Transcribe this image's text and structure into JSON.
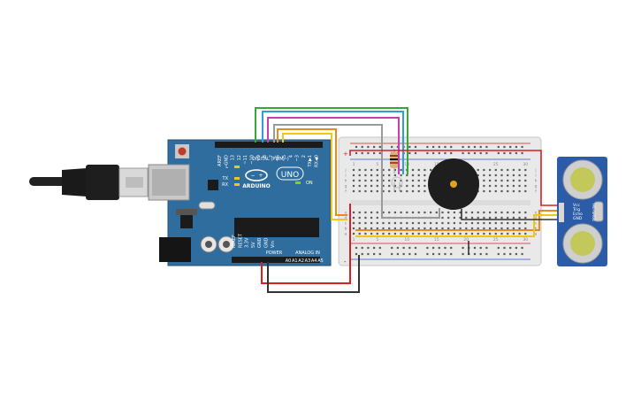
{
  "arduino": {
    "aref_label": "AREF",
    "gnd_label": "GND",
    "digital_pins": [
      "13",
      "12",
      "~11",
      "~10",
      "~9",
      "8",
      "7",
      "~6",
      "~5",
      "4",
      "~3",
      "2",
      "TX▶1",
      "RX◀0"
    ],
    "digital_label": "DIGITAL (PWM~)",
    "l_label": "L",
    "tx_label": "TX",
    "rx_label": "RX",
    "brand_label": "ARDUINO",
    "model_label": "UNO",
    "on_label": "ON",
    "ioref_label": "IOREF",
    "reset_label": "RESET",
    "v33_label": "3.3V",
    "v5_label": "5V",
    "gnd1_label": "GND",
    "gnd2_label": "GND",
    "vin_label": "Vin",
    "power_label": "POWER",
    "analog_label": "ANALOG IN",
    "analog_pins": [
      "A0",
      "A1",
      "A2",
      "A3",
      "A4",
      "A5"
    ]
  },
  "breadboard": {
    "col_numbers": [
      "1",
      "5",
      "10",
      "15",
      "20",
      "25",
      "30"
    ],
    "row_letters_top": [
      "j",
      "i",
      "h",
      "g",
      "f"
    ],
    "row_letters_bottom": [
      "e",
      "d",
      "c",
      "b",
      "a"
    ],
    "plus_sign": "+",
    "minus_sign": "-"
  },
  "sensor": {
    "model": "HC-SR04",
    "pins": [
      "Vcc",
      "Trig",
      "Echo",
      "GND"
    ]
  },
  "colors": {
    "board_blue": "#2f6d9e",
    "wire_green": "#3aa635",
    "wire_blue": "#2f9fd0",
    "wire_magenta": "#c43fb0",
    "wire_gray": "#9a9a9a",
    "wire_orange": "#e88b1c",
    "wire_yellow": "#f2c618",
    "wire_red": "#d42020",
    "wire_black": "#333333"
  }
}
